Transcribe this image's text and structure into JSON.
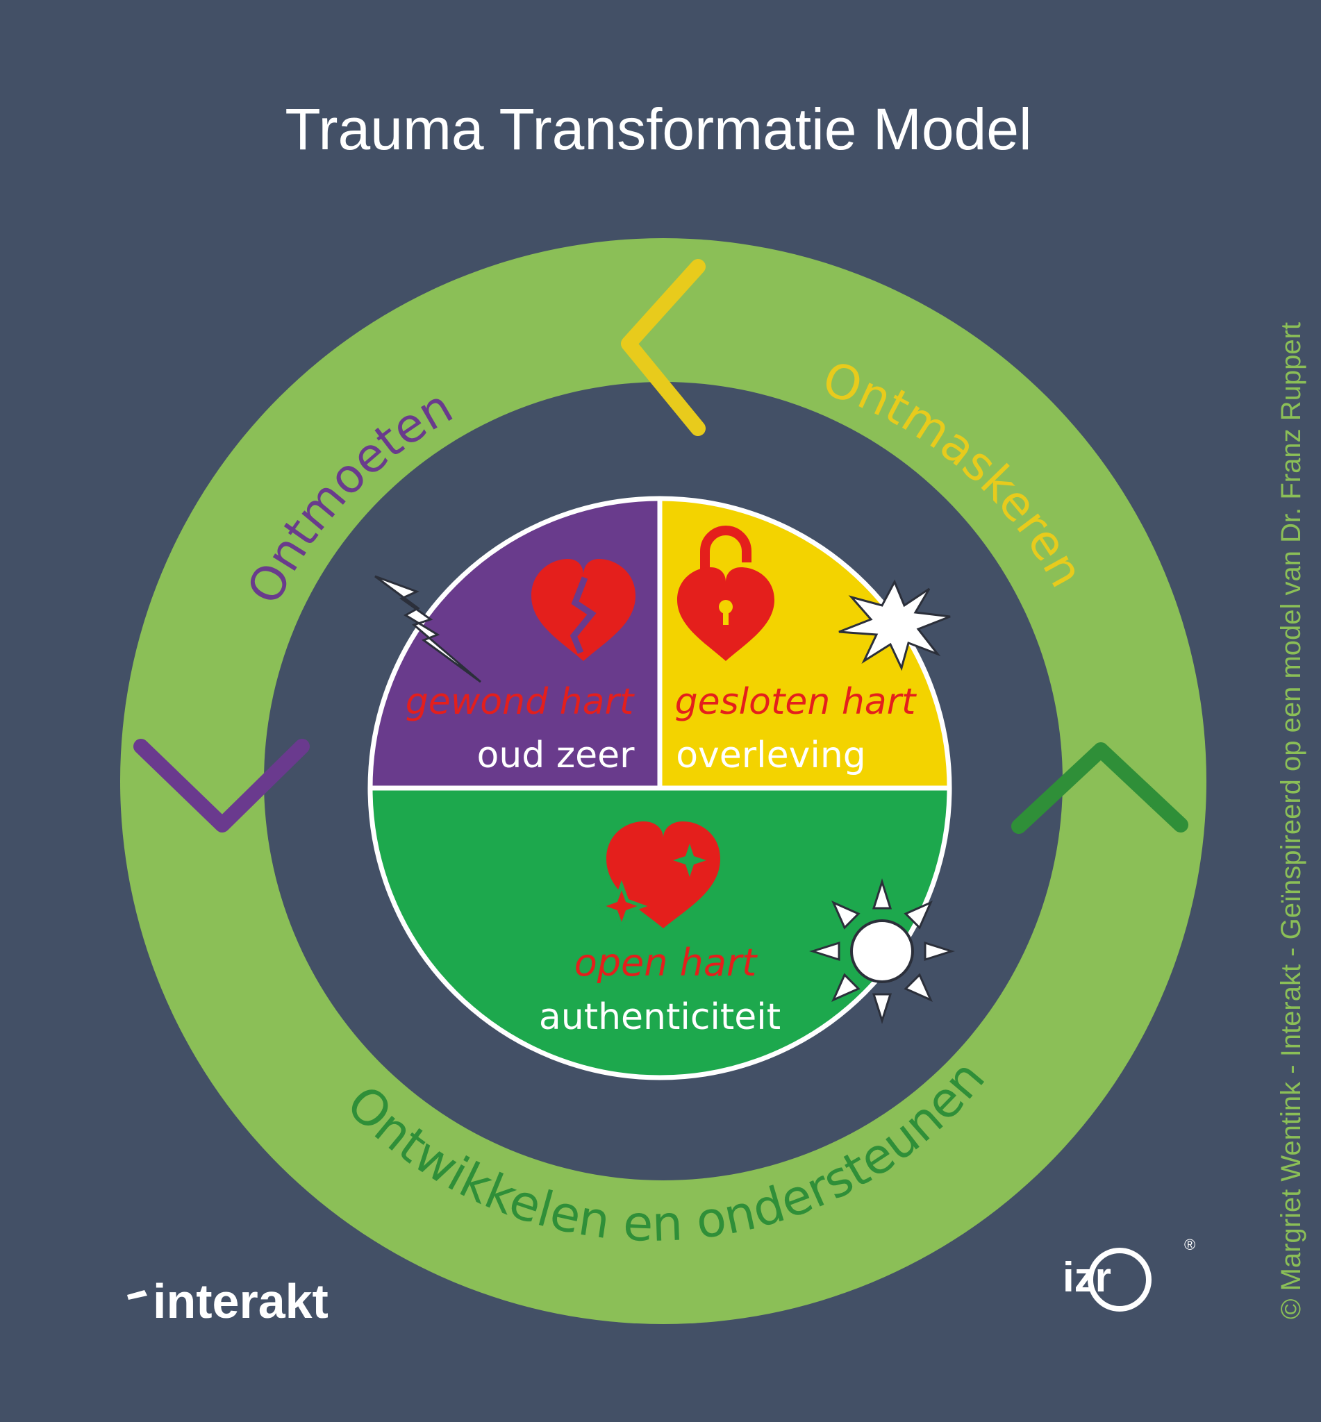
{
  "title": "Trauma Transformatie Model",
  "colors": {
    "background": "#435066",
    "ring": "#8bbf57",
    "purple": "#693b8c",
    "yellow": "#f3d300",
    "green": "#1da84d",
    "red": "#e41f1c",
    "white": "#ffffff",
    "arrow_purple": "#6a3a8e",
    "arrow_yellow": "#e8cb1c",
    "arrow_green": "#2f8f38",
    "copyright": "#8bbf57"
  },
  "phases": {
    "ontmoeten": "Ontmoeten",
    "ontmaskeren": "Ontmaskeren",
    "ontwikkelen": "Ontwikkelen en ondersteunen"
  },
  "quadrants": {
    "wounded": {
      "heart_label": "gewond hart",
      "state_label": "oud zeer",
      "icon": "broken-heart-icon",
      "accent_icon": "lightning-bolt-icon"
    },
    "closed": {
      "heart_label": "gesloten hart",
      "state_label": "overleving",
      "icon": "locked-heart-icon",
      "accent_icon": "starburst-icon"
    },
    "open": {
      "heart_label": "open hart",
      "state_label": "authenticiteit",
      "icon": "sparkling-heart-icon",
      "accent_icon": "sun-icon"
    }
  },
  "logos": {
    "interakt": "interakt",
    "izr": "izr",
    "izr_mark": "®"
  },
  "copyright": "© Margriet Wentink - Interakt - Geïnspireerd op een model van Dr. Franz Ruppert"
}
